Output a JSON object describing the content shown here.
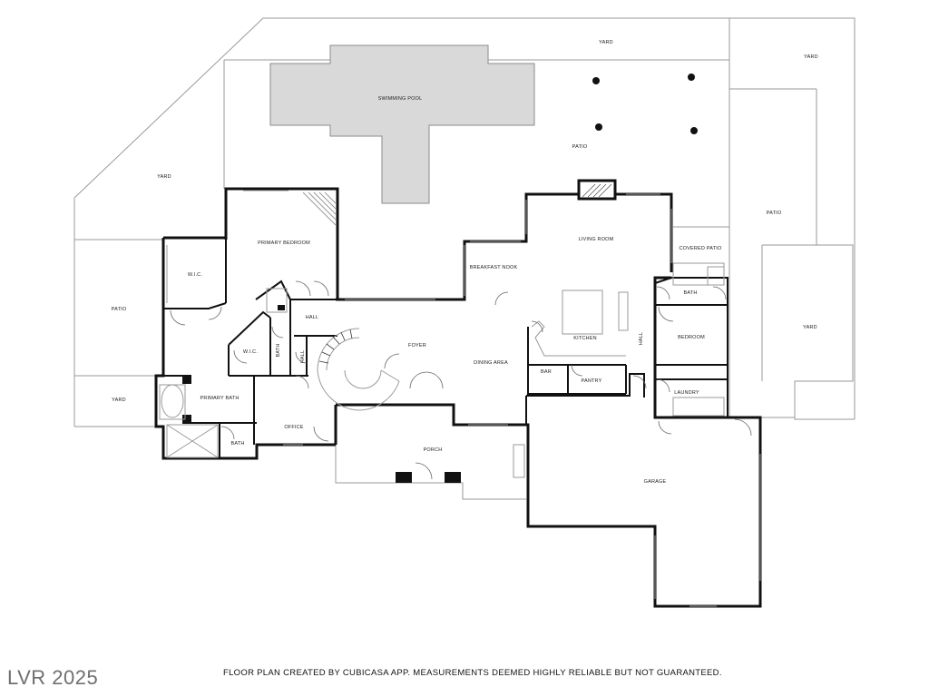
{
  "rooms": {
    "yard_top": "YARD",
    "yard_top_right": "YARD",
    "swimming_pool": "SWIMMING POOL",
    "patio_top": "PATIO",
    "yard_left": "YARD",
    "patio_right": "PATIO",
    "yard_right": "YARD",
    "primary_bedroom": "PRIMARY BEDROOM",
    "wic_upper": "W.I.C.",
    "patio_left": "PATIO",
    "living_room": "LIVING ROOM",
    "covered_patio": "COVERED PATIO",
    "breakfast_nook": "BREAKFAST NOOK",
    "bath_right": "BATH",
    "hall_center": "HALL",
    "wic_lower": "W.I.C.",
    "bath_small": "BATH",
    "hall_small": "HALL",
    "foyer": "FOYER",
    "kitchen": "KITCHEN",
    "hall_right": "HALL",
    "bedroom": "BEDROOM",
    "dining_area": "DINING AREA",
    "bar": "BAR",
    "pantry": "PANTRY",
    "primary_bath": "PRIMARY BATH",
    "yard_bottom_left": "YARD",
    "laundry": "LAUNDRY",
    "office": "OFFICE",
    "bath_primary_wc": "BATH",
    "porch": "PORCH",
    "garage": "GARAGE"
  },
  "footer_text": "FLOOR PLAN CREATED BY CUBICASA APP. MEASUREMENTS DEEMED HIGHLY RELIABLE BUT NOT GUARANTEED.",
  "watermark": "LVR 2025",
  "colors": {
    "wall": "#111111",
    "thin_line": "#9a9a9a",
    "pool_fill": "#d9d9d9",
    "background": "#ffffff"
  }
}
